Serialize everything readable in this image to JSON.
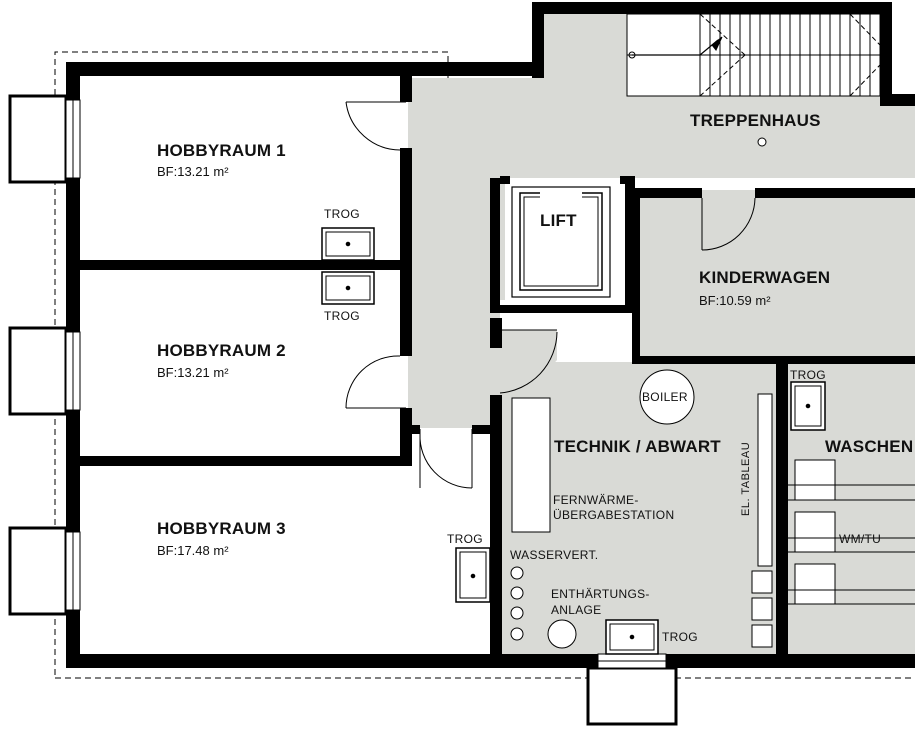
{
  "rooms": {
    "hobby1": {
      "name": "HOBBYRAUM 1",
      "area": "BF:13.21 m²"
    },
    "hobby2": {
      "name": "HOBBYRAUM 2",
      "area": "BF:13.21 m²"
    },
    "hobby3": {
      "name": "HOBBYRAUM 3",
      "area": "BF:17.48 m²"
    },
    "treppenhaus": {
      "name": "TREPPENHAUS"
    },
    "lift": {
      "name": "LIFT"
    },
    "kinderwagen": {
      "name": "KINDERWAGEN",
      "area": "BF:10.59 m²"
    },
    "technik": {
      "name": "TECHNIK / ABWART"
    },
    "waschen": {
      "name": "WASCHEN"
    }
  },
  "fixtures": {
    "trog": "TROG",
    "boiler": "BOILER",
    "fernwaerme_line1": "FERNWÄRME-",
    "fernwaerme_line2": "ÜBERGABESTATION",
    "wasservert": "WASSERVERT.",
    "enthaertung_line1": "ENTHÄRTUNGS-",
    "enthaertung_line2": "ANLAGE",
    "el_tableau": "EL. TABLEAU",
    "wm_tu": "WM/TU"
  },
  "colors": {
    "wall": "#000000",
    "corridor": "#d9dad6",
    "background": "#ffffff"
  }
}
